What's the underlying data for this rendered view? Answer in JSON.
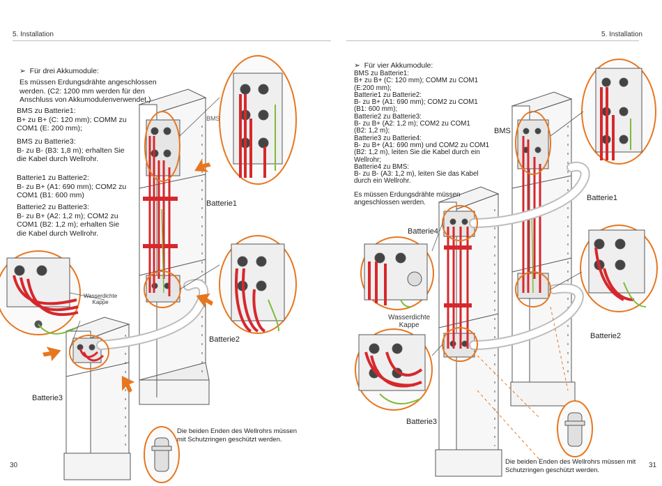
{
  "left": {
    "header": "5. Installation",
    "bullet_title": "Für drei Akkumodule:",
    "intro_lines": [
      "Es müssen Erdungsdrähte angeschlossen",
      "werden. (C2: 1200 mm werden für den",
      "Anschluss von Akkumodulenverwendet.)"
    ],
    "block1": [
      "BMS zu Batterie1:",
      "B+ zu B+ (C: 120 mm); COMM zu",
      "COM1 (E: 200 mm);"
    ],
    "block2": [
      "BMS zu Batterie3:",
      "B- zu B- (B3: 1,8 m); erhalten Sie",
      "die Kabel durch Wellrohr."
    ],
    "block3": [
      "Batterie1 zu Batterie2:",
      "B- zu B+ (A1: 690 mm); COM2 zu",
      "COM1 (B1: 600 mm)"
    ],
    "block4": [
      "Batterie2 zu Batterie3:",
      "B- zu B+ (A2: 1,2 m); COM2 zu",
      "COM1 (B2: 1,2 m); erhalten Sie",
      "die Kabel durch Wellrohr."
    ],
    "labels": {
      "bms": "BMS",
      "battery1": "Batterie1",
      "battery2": "Batterie2",
      "battery3": "Batterie3",
      "cap_line1": "Wasserdichte",
      "cap_line2": "Kappe"
    },
    "caption_lines": [
      "Die beiden Enden des Wellrohrs müssen",
      "mit Schutzringen geschützt werden."
    ],
    "page_number": "30"
  },
  "right": {
    "header": "5. Installation",
    "bullet_title": "Für vier Akkumodule:",
    "lines": [
      "BMS zu Batterie1:",
      "B+ zu B+ (C: 120 mm); COMM zu COM1",
      "(E:200 mm);",
      "Batterie1 zu Batterie2:",
      "B- zu B+ (A1: 690 mm); COM2 zu COM1",
      "(B1: 600 mm);",
      "Batterie2 zu Batterie3:",
      "B- zu B+ (A2: 1,2 m); COM2 zu COM1",
      "(B2: 1,2 m);",
      "Batterie3 zu Batterie4:",
      "B- zu B+ (A1: 690 mm) und COM2 zu COM1",
      "(B2: 1,2 m), leiten Sie die Kabel durch ein",
      "Wellrohr;",
      "Batterie4 zu BMS:",
      "B- zu B- (A3: 1,2 m), leiten Sie das Kabel",
      "durch ein Wellrohr."
    ],
    "ground_lines": [
      "Es müssen Erdungsdrähte müssen",
      "angeschlossen werden."
    ],
    "labels": {
      "bms": "BMS",
      "battery1": "Batterie1",
      "battery2": "Batterie2",
      "battery3": "Batterie3",
      "battery4": "Batterie4",
      "cap_line1": "Wasserdichte",
      "cap_line2": "Kappe"
    },
    "caption_lines": [
      "Die beiden Enden des Wellrohrs müssen mit",
      "Schutzringen geschützt werden."
    ],
    "page_number": "31"
  },
  "colors": {
    "accent_orange": "#e8761e",
    "cable_red": "#d6282c",
    "ground_green": "#7dbb3a",
    "line_gray": "#555555"
  }
}
